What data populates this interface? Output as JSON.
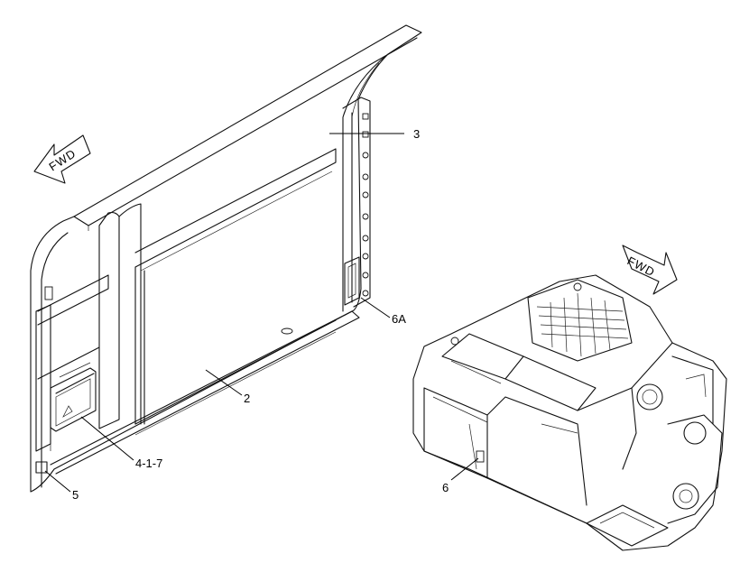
{
  "diagram": {
    "arrows": {
      "left_fwd_label": "FWD",
      "right_fwd_label": "FWD"
    },
    "callouts": {
      "c3": "3",
      "c6a": "6A",
      "c2": "2",
      "c417": "4-1-7",
      "c5": "5",
      "c6": "6"
    }
  }
}
